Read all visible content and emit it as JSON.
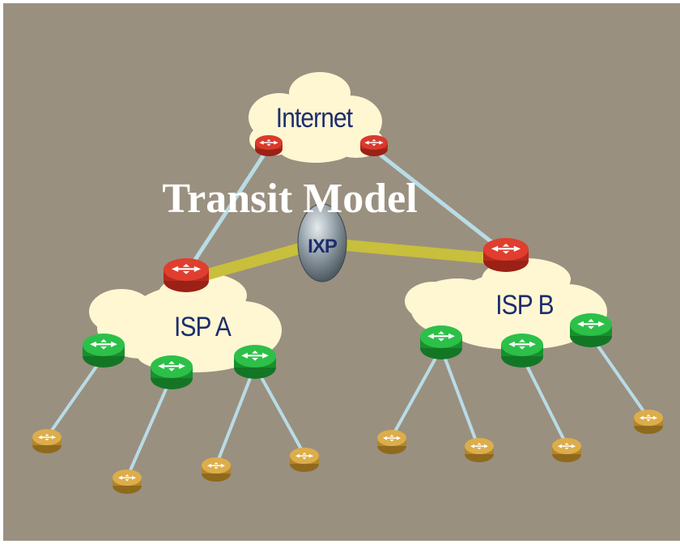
{
  "title": "Transit Model",
  "internet": {
    "label": "Internet"
  },
  "ixp": {
    "label": "IXP"
  },
  "isp_a": {
    "label": "ISP A"
  },
  "isp_b": {
    "label": "ISP B"
  },
  "colors": {
    "background": "#9a9080",
    "panel_border": "#ffffff",
    "cloud": "#fff7d2",
    "link": "#b8dce6",
    "peering": "#c8bf3c",
    "border_router": "#d93a2c",
    "edge_router": "#1ea83a",
    "customer_router": "#d8a73a"
  }
}
